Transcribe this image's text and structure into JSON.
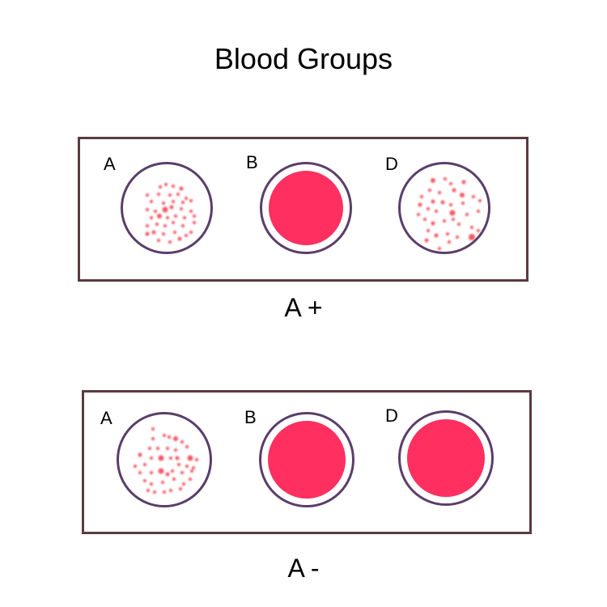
{
  "title": "Blood Groups",
  "colors": {
    "panel_border": "#5a3a40",
    "well_border": "#5a3e6a",
    "blood": "#ff3060",
    "agglutination": "#ee2233"
  },
  "panels": [
    {
      "result": "A +",
      "wells": [
        {
          "label": "A",
          "state": "agglutinated"
        },
        {
          "label": "B",
          "state": "no agglutination"
        },
        {
          "label": "D",
          "state": "agglutinated"
        }
      ]
    },
    {
      "result": "A -",
      "wells": [
        {
          "label": "A",
          "state": "agglutinated"
        },
        {
          "label": "B",
          "state": "no agglutination"
        },
        {
          "label": "D",
          "state": "no agglutination"
        }
      ]
    }
  ]
}
